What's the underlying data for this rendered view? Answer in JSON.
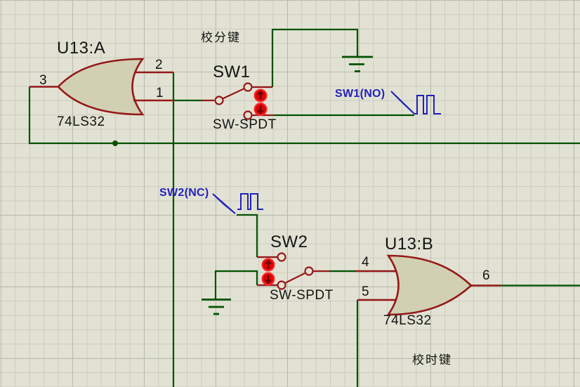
{
  "schematic": {
    "gates": {
      "u13a": {
        "ref": "U13:A",
        "part": "74LS32",
        "pin_out": "3",
        "pin_in_top": "2",
        "pin_in_bottom": "1"
      },
      "u13b": {
        "ref": "U13:B",
        "part": "74LS32",
        "pin_in_top": "4",
        "pin_in_bottom": "5",
        "pin_out": "6"
      }
    },
    "switches": {
      "sw1": {
        "ref": "SW1",
        "part": "SW-SPDT"
      },
      "sw2": {
        "ref": "SW2",
        "part": "SW-SPDT"
      }
    },
    "probes": {
      "sw1_no": {
        "label": "SW1(NO)"
      },
      "sw2_nc": {
        "label": "SW2(NC)"
      }
    },
    "annotations": {
      "minute_key": "校分键",
      "hour_key": "校时键"
    },
    "colors": {
      "wire_green": "#005200",
      "component_maroon": "#951818",
      "gate_fill": "#d1d0b2",
      "probe_blue": "#2121bd",
      "actuator_red": "#dd0404",
      "background": "#e2e2d4"
    }
  }
}
